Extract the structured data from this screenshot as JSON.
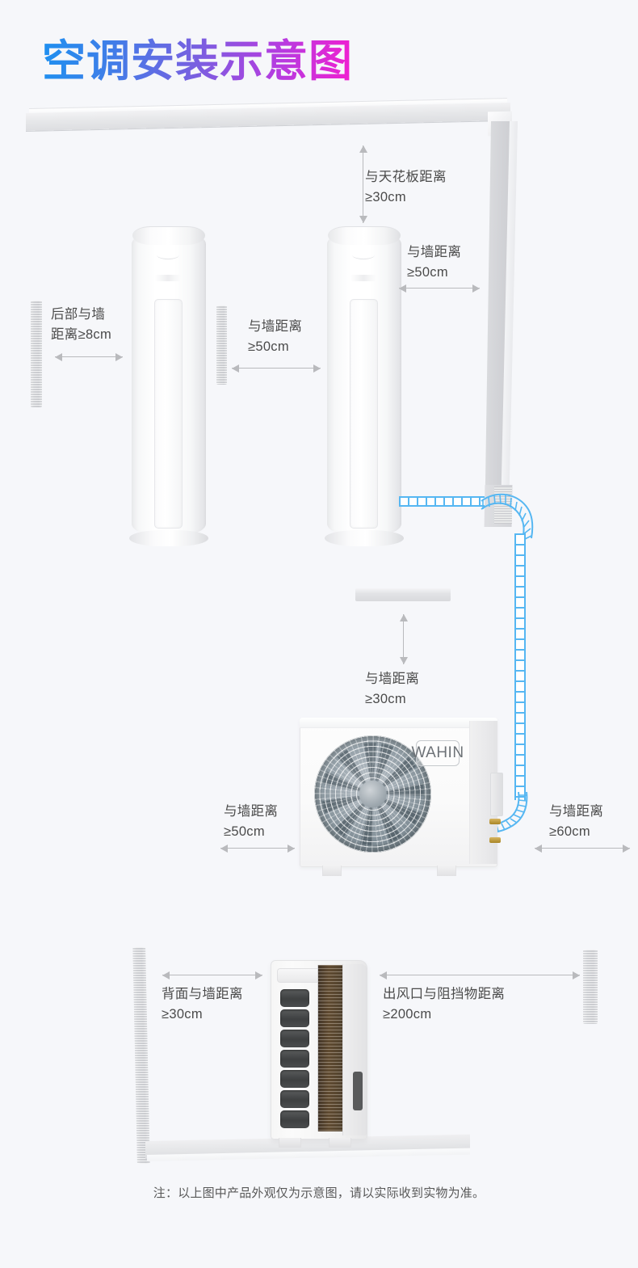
{
  "page": {
    "title": "空调安装示意图",
    "background_color": "#f6f7fa",
    "title_gradient": [
      "#1e90f0",
      "#7a5fe0",
      "#f21fd0"
    ]
  },
  "brand": {
    "outdoor_unit_logo": "WAHIN"
  },
  "indoor_section": {
    "labels": [
      {
        "id": "ceiling-clearance",
        "line1": "与天花板距离",
        "line2": "≥30cm",
        "arrow": "vertical-double"
      },
      {
        "id": "right-wall-clearance",
        "line1": "与墙距离",
        "line2": "≥50cm",
        "arrow": "horizontal-double"
      },
      {
        "id": "rear-wall-clearance",
        "line1": "后部与墙",
        "line2": "距离≥8cm",
        "arrow": "horizontal-double"
      },
      {
        "id": "left-wall-clearance",
        "line1": "与墙距离",
        "line2": "≥50cm",
        "arrow": "horizontal-double"
      }
    ]
  },
  "outdoor_section": {
    "labels": [
      {
        "id": "overhead-clearance",
        "line1": "与墙距离",
        "line2": "≥30cm",
        "arrow": "vertical-double"
      },
      {
        "id": "odu-left-clearance",
        "line1": "与墙距离",
        "line2": "≥50cm",
        "arrow": "horizontal-double"
      },
      {
        "id": "odu-right-clearance",
        "line1": "与墙距离",
        "line2": "≥60cm",
        "arrow": "horizontal-double"
      }
    ]
  },
  "rear_section": {
    "labels": [
      {
        "id": "back-wall-clearance",
        "line1": "背面与墙距离",
        "line2": "≥30cm",
        "arrow": "horizontal-double"
      },
      {
        "id": "air-outlet-clearance",
        "line1": "出风口与阻挡物距离",
        "line2": "≥200cm",
        "arrow": "horizontal-double"
      }
    ]
  },
  "footer": {
    "note": "注：以上图中产品外观仅为示意图，请以实际收到实物为准。"
  }
}
